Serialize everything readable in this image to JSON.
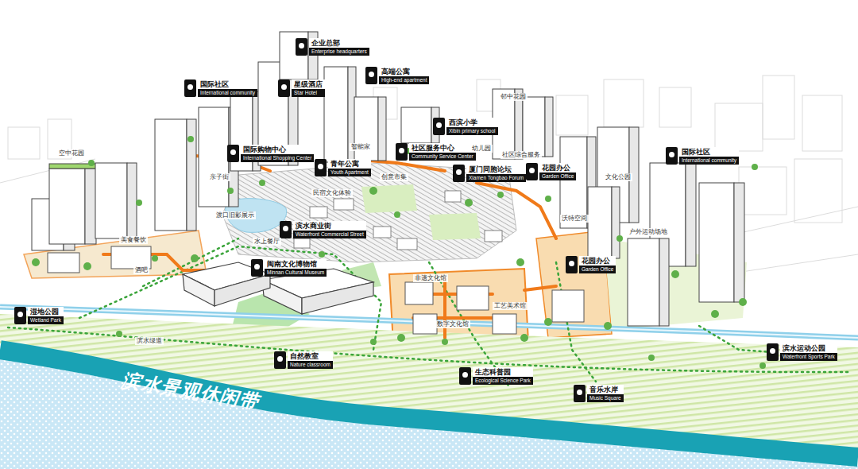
{
  "diagram": {
    "nodes": [
      {
        "text": [
          "企业总部",
          "Enterprise headquarters"
        ]
      },
      {
        "text": [
          "高端公寓",
          "High-end apartment"
        ]
      },
      {
        "text": [
          "国际社区",
          "International community"
        ]
      },
      {
        "text": [
          "星级酒店",
          "Star Hotel"
        ]
      },
      {
        "text": [
          "国际购物中心",
          "International Shopping Center"
        ]
      },
      {
        "text": [
          "青年公寓",
          "Youth Apartment"
        ]
      },
      {
        "text": [
          "西滨小学",
          "Xibin primary school"
        ]
      },
      {
        "text": [
          "社区服务中心",
          "Community Service Center"
        ]
      },
      {
        "text": [
          "厦门同胞论坛",
          "Xiamen Tongbao Forum"
        ]
      },
      {
        "text": [
          "花园办公",
          "Garden Office"
        ]
      },
      {
        "text": [
          "国际社区",
          "International community"
        ]
      },
      {
        "text": [
          "滨水商业街",
          "Waterfront Commercial Street"
        ]
      },
      {
        "text": [
          "闽南文化博物馆",
          "Minnan Cultural Museum"
        ]
      },
      {
        "text": [
          "花园办公",
          "Garden Office"
        ]
      },
      {
        "text": [
          "湿地公园",
          "Wetland Park"
        ]
      },
      {
        "text": [
          "自然教室",
          "Nature classroom"
        ]
      },
      {
        "text": [
          "生态科普园",
          "Ecological Science Park"
        ]
      },
      {
        "text": [
          "音乐水岸",
          "Music Square"
        ]
      },
      {
        "text": [
          "滨水运动公园",
          "Waterfront Sports Park"
        ]
      }
    ],
    "labels": [
      "空中花园",
      "邻中花园",
      "亲子街",
      "民宿文化体验",
      "渡口旧影展示",
      "水上餐厅",
      "美食餐饮",
      "酒吧",
      "幼儿园",
      "社区综合服务",
      "文化公园",
      "沃特空间",
      "户外运动场地",
      "非遗文化馆",
      "数字文化馆",
      "工艺美术馆",
      "滨水绿道",
      "创意市集",
      "智能家",
      "滨水景观休闲带"
    ]
  }
}
